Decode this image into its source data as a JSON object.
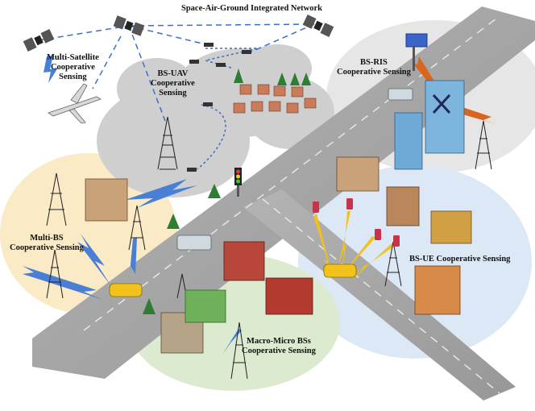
{
  "title": "Space-Air-Ground Integrated Network",
  "regions": [
    {
      "id": "multi-satellite",
      "label_lines": [
        "Multi-Satellite",
        "Cooperative",
        "Sensing"
      ]
    },
    {
      "id": "bs-uav",
      "label_lines": [
        "BS-UAV",
        "Cooperative",
        "Sensing"
      ]
    },
    {
      "id": "bs-ris",
      "label_lines": [
        "BS-RIS",
        "Cooperative Sensing"
      ]
    },
    {
      "id": "multi-bs",
      "label_lines": [
        "Multi-BS",
        "Cooperative Sensing"
      ]
    },
    {
      "id": "bs-ue",
      "label_lines": [
        "BS-UE Cooperative Sensing"
      ]
    },
    {
      "id": "macro-micro",
      "label_lines": [
        "Macro-Micro BSs",
        "Cooperative Sensing"
      ]
    }
  ],
  "colors": {
    "satellite_link": "#3b6fc9",
    "uav_link": "#4a7fd6",
    "ris_link": "#d9661f",
    "ue_link": "#f2c21b",
    "road": "#a3a3a3",
    "bg_ris": "#e6e6e6",
    "bg_uav": "#d0d0d0",
    "bg_multibs": "#fbe9c2",
    "bg_ue": "#dbe7f5",
    "bg_macro": "#dcebcf"
  }
}
